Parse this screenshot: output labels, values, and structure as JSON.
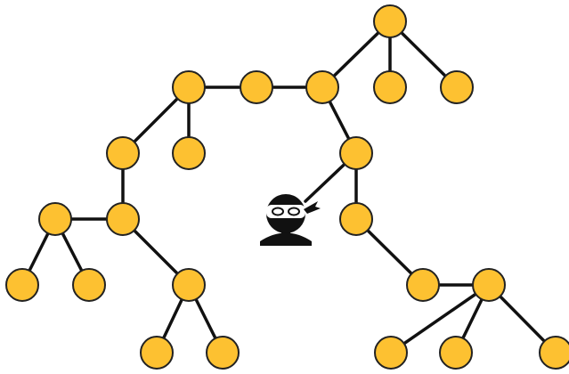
{
  "diagram": {
    "type": "tree-graph",
    "node_color": "#FDC131",
    "node_stroke": "#222222",
    "edge_color": "#111111",
    "nodes": [
      {
        "id": "n1"
      },
      {
        "id": "n2"
      },
      {
        "id": "n3"
      },
      {
        "id": "n4"
      },
      {
        "id": "n5"
      },
      {
        "id": "n6"
      },
      {
        "id": "n7"
      },
      {
        "id": "n8"
      },
      {
        "id": "n9"
      },
      {
        "id": "n10"
      },
      {
        "id": "n11"
      },
      {
        "id": "n12"
      },
      {
        "id": "n13"
      },
      {
        "id": "n14"
      },
      {
        "id": "n15"
      },
      {
        "id": "n16"
      },
      {
        "id": "n17"
      },
      {
        "id": "n18"
      },
      {
        "id": "n19"
      },
      {
        "id": "n20"
      },
      {
        "id": "n21"
      },
      {
        "id": "n22"
      },
      {
        "id": "n23"
      }
    ],
    "edges": [
      [
        "n1",
        "n2"
      ],
      [
        "n1",
        "n3"
      ],
      [
        "n1",
        "n4"
      ],
      [
        "n2",
        "n5"
      ],
      [
        "n5",
        "n6"
      ],
      [
        "n6",
        "n7"
      ],
      [
        "n6",
        "n8"
      ],
      [
        "n7",
        "n9"
      ],
      [
        "n9",
        "n10"
      ],
      [
        "n10",
        "n11"
      ],
      [
        "n10",
        "n12"
      ],
      [
        "n11",
        "n13"
      ],
      [
        "n11",
        "n14"
      ],
      [
        "n10",
        "n15"
      ],
      [
        "n15",
        "n16"
      ],
      [
        "n15",
        "n17"
      ],
      [
        "n2",
        "n18"
      ],
      [
        "n18",
        "n19"
      ],
      [
        "n19",
        "n20"
      ],
      [
        "n20",
        "n21"
      ],
      [
        "n20",
        "n22"
      ],
      [
        "n20",
        "n23"
      ]
    ],
    "center_icon": {
      "name": "ninja-icon",
      "attached_to": "n18"
    }
  }
}
